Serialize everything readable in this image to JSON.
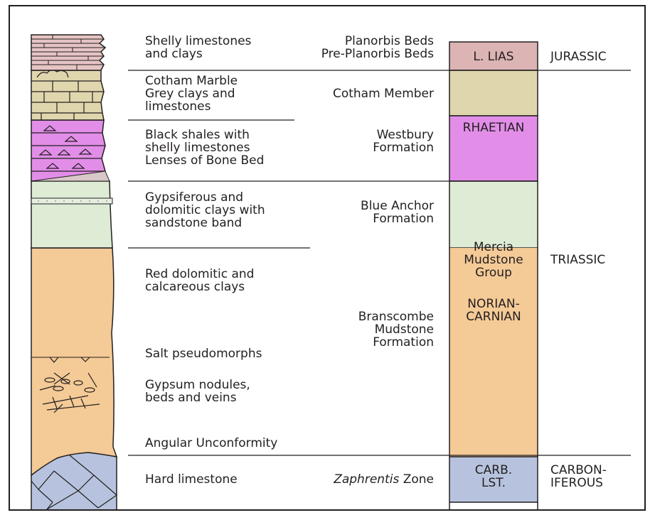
{
  "descriptions": {
    "shelly_limestones": [
      "Shelly limestones",
      "and clays"
    ],
    "cotham": [
      "Cotham Marble",
      "Grey clays and",
      "limestones"
    ],
    "black_shales": [
      "Black shales with",
      "shelly limestones",
      "Lenses of Bone Bed"
    ],
    "gypsiferous": [
      "Gypsiferous and",
      "dolomitic clays with",
      "sandstone band"
    ],
    "red_clays": [
      "Red dolomitic and",
      "calcareous clays"
    ],
    "salt": "Salt pseudomorphs",
    "gypsum": [
      "Gypsum nodules,",
      "beds and veins"
    ],
    "unconformity": "Angular Unconformity",
    "hard_limestone": "Hard limestone"
  },
  "formations": {
    "planorbis": [
      "Planorbis Beds",
      "Pre-Planorbis Beds"
    ],
    "cotham_member": "Cotham Member",
    "westbury": [
      "Westbury",
      "Formation"
    ],
    "blue_anchor": [
      "Blue Anchor",
      "Formation"
    ],
    "branscombe": [
      "Branscombe",
      "Mudstone",
      "Formation"
    ],
    "zaphrentis": "Zaphrentis",
    "zaphrentis_suffix": " Zone"
  },
  "stages": {
    "l_lias": "L. LIAS",
    "rhaetian": "RHAETIAN",
    "mercia": [
      "Mercia",
      "Mudstone",
      "Group"
    ],
    "norian": [
      "NORIAN-",
      "CARNIAN"
    ],
    "carb": [
      "CARB.",
      "LST."
    ]
  },
  "systems": {
    "jurassic": "JURASSIC",
    "triassic": "TRIASSIC",
    "carboniferous": [
      "CARBON-",
      "IFEROUS"
    ]
  },
  "colors": {
    "outline": "#231f20",
    "lias": "#dcb4b4",
    "shelly_limestone": "#e6c4c4",
    "cotham": "#e0d6ad",
    "westbury": "#e28ee8",
    "blue_anchor": "#deecd6",
    "mercia": "#f4ca96",
    "carboniferous": "#b7c3de"
  }
}
